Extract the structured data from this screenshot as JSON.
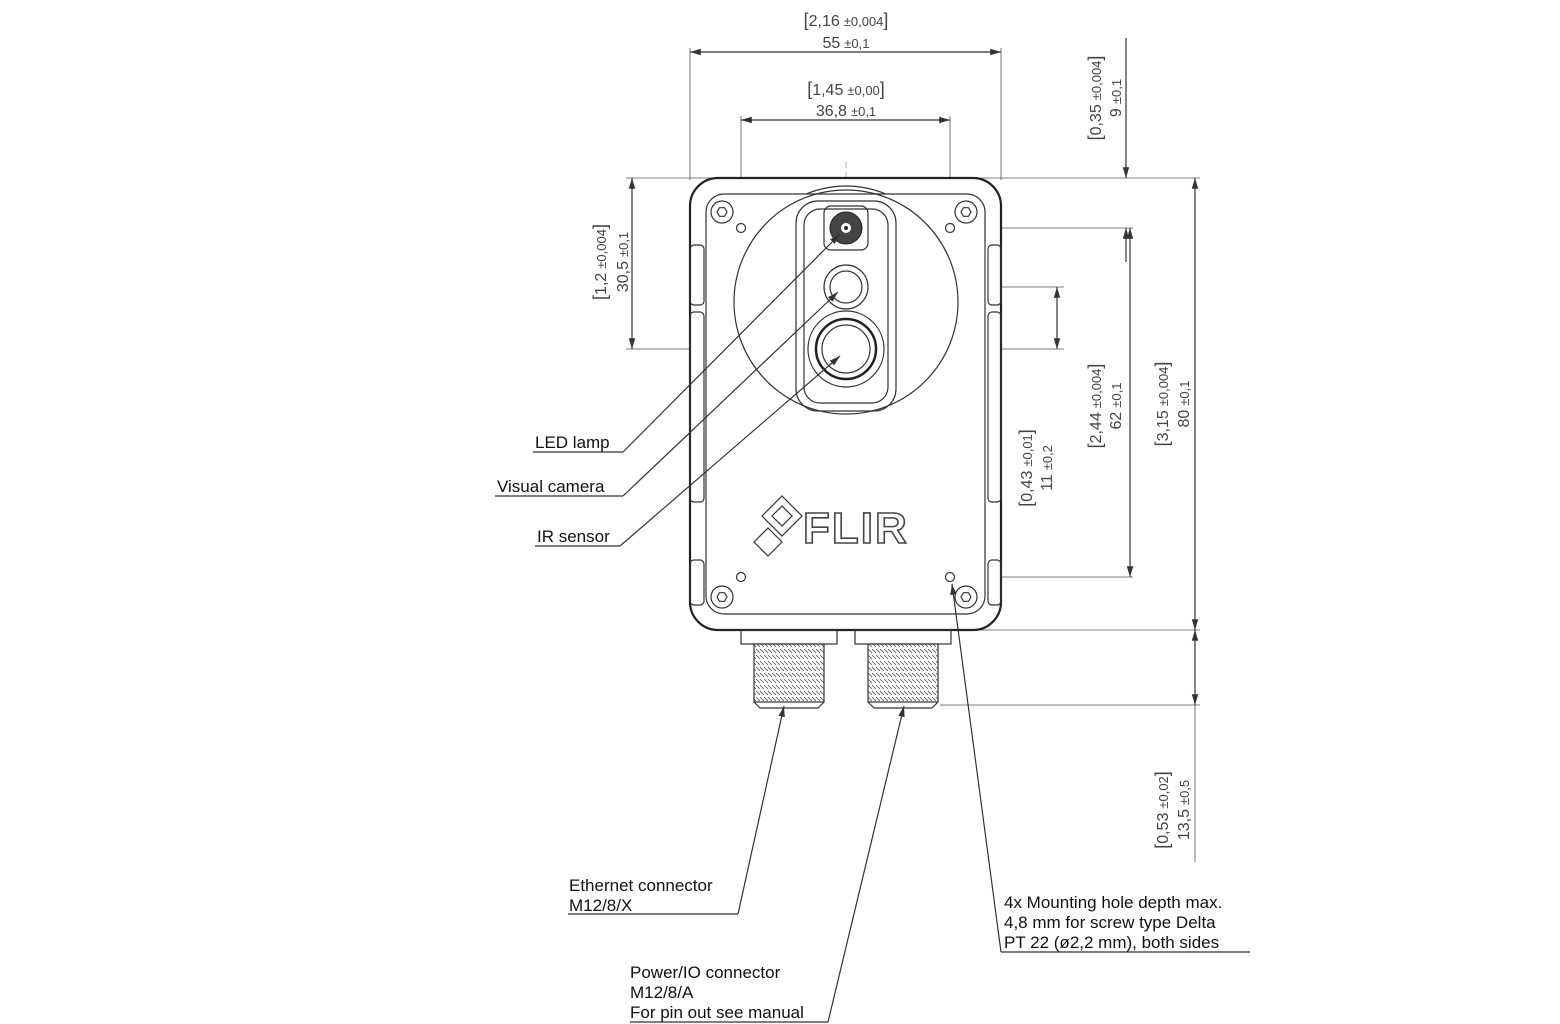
{
  "logo": "FLIR",
  "dimensions": {
    "overall_width": {
      "imperial": "2,16",
      "imperial_tol": "±0,004",
      "metric": "55",
      "metric_tol": "±0,1"
    },
    "hole_spacing_x": {
      "imperial": "1,45",
      "imperial_tol": "±0,00",
      "metric": "36,8",
      "metric_tol": "±0,1"
    },
    "top_offset": {
      "imperial": "0,35",
      "imperial_tol": "±0,004",
      "metric": "9",
      "metric_tol": "±0,1"
    },
    "lens_offset": {
      "imperial": "1,2",
      "imperial_tol": "±0,004",
      "metric": "30,5",
      "metric_tol": "±0,1"
    },
    "lens_gap": {
      "imperial": "0,43",
      "imperial_tol": "±0,01",
      "metric": "11",
      "metric_tol": "±0,2"
    },
    "hole_spacing_y": {
      "imperial": "2,44",
      "imperial_tol": "±0,004",
      "metric": "62",
      "metric_tol": "±0,1"
    },
    "overall_height": {
      "imperial": "3,15",
      "imperial_tol": "±0,004",
      "metric": "80",
      "metric_tol": "±0,1"
    },
    "connector_length": {
      "imperial": "0,53",
      "imperial_tol": "±0,02",
      "metric": "13,5",
      "metric_tol": "±0,5"
    }
  },
  "callouts": {
    "led_lamp": "LED lamp",
    "visual_camera": "Visual camera",
    "ir_sensor": "IR sensor",
    "ethernet": [
      "Ethernet connector",
      "M12/8/X"
    ],
    "power": [
      "Power/IO connector",
      "M12/8/A",
      "For pin out see manual"
    ],
    "mounting": [
      "4x Mounting hole depth max.",
      "4,8 mm for screw type Delta",
      "PT 22 (ø2,2 mm), both sides"
    ]
  }
}
